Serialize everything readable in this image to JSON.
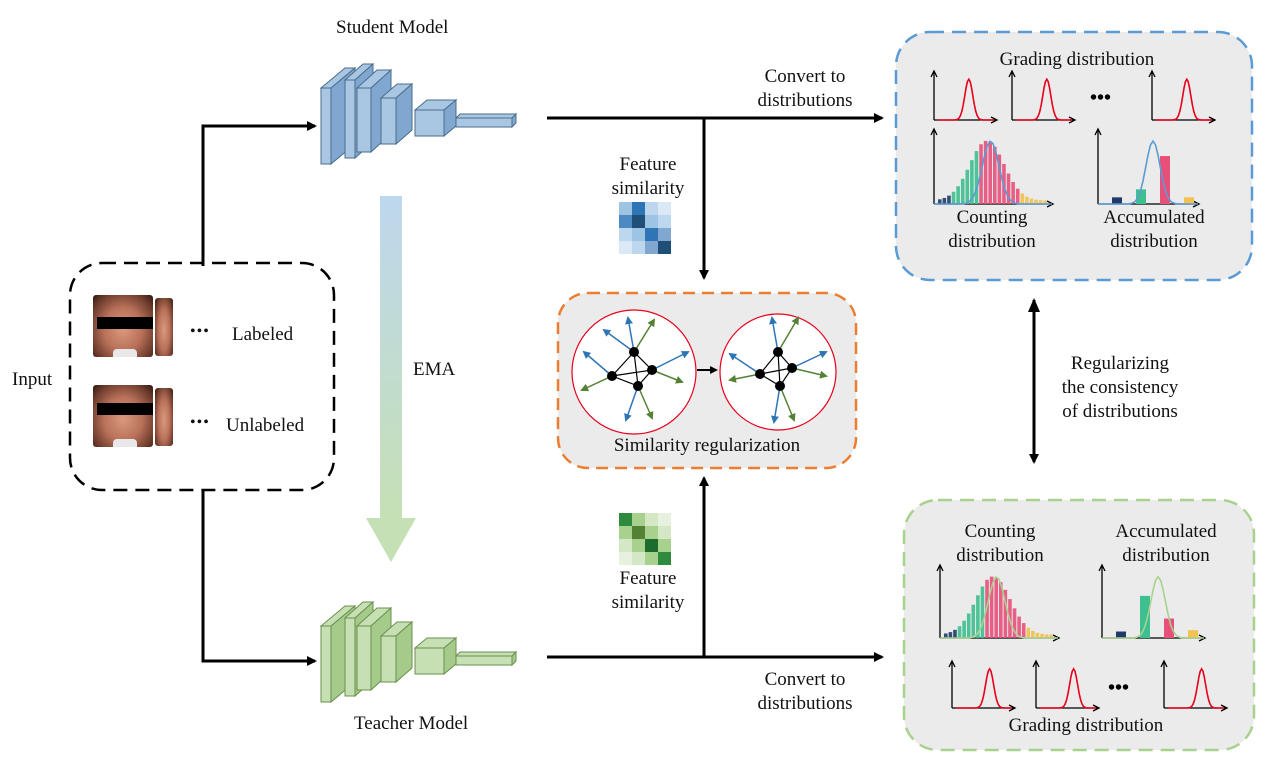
{
  "labels": {
    "student_model": "Student Model",
    "teacher_model": "Teacher Model",
    "input": "Input",
    "labeled": "Labeled",
    "unlabeled": "Unlabeled",
    "ellipsis": "•••",
    "ema": "EMA",
    "convert_top": "Convert to\ndistributions",
    "convert_bottom": "Convert to\ndistributions",
    "feature_similarity_top": "Feature\nsimilarity",
    "feature_similarity_bottom": "Feature\nsimilarity",
    "similarity_regularization": "Similarity regularization",
    "grading_distribution_top": "Grading distribution",
    "grading_distribution_bottom": "Grading distribution",
    "counting_distribution_top": "Counting\ndistribution",
    "accumulated_distribution_top": "Accumulated\ndistribution",
    "counting_distribution_bottom": "Counting\ndistribution",
    "accumulated_distribution_bottom": "Accumulated\ndistribution",
    "regularizing": "Regularizing\nthe consistency\nof distributions"
  },
  "colors": {
    "student": "#a9c6e3",
    "teacher": "#c6e0b4",
    "blue_box_border": "#5b9bd5",
    "green_box_border": "#a9d18e",
    "orange_box_border": "#ed7d31",
    "panel_fill": "#ebebeb",
    "red_curve": "#e8001c",
    "arrow_blue": "#2e75b6",
    "arrow_green": "#548235"
  }
}
